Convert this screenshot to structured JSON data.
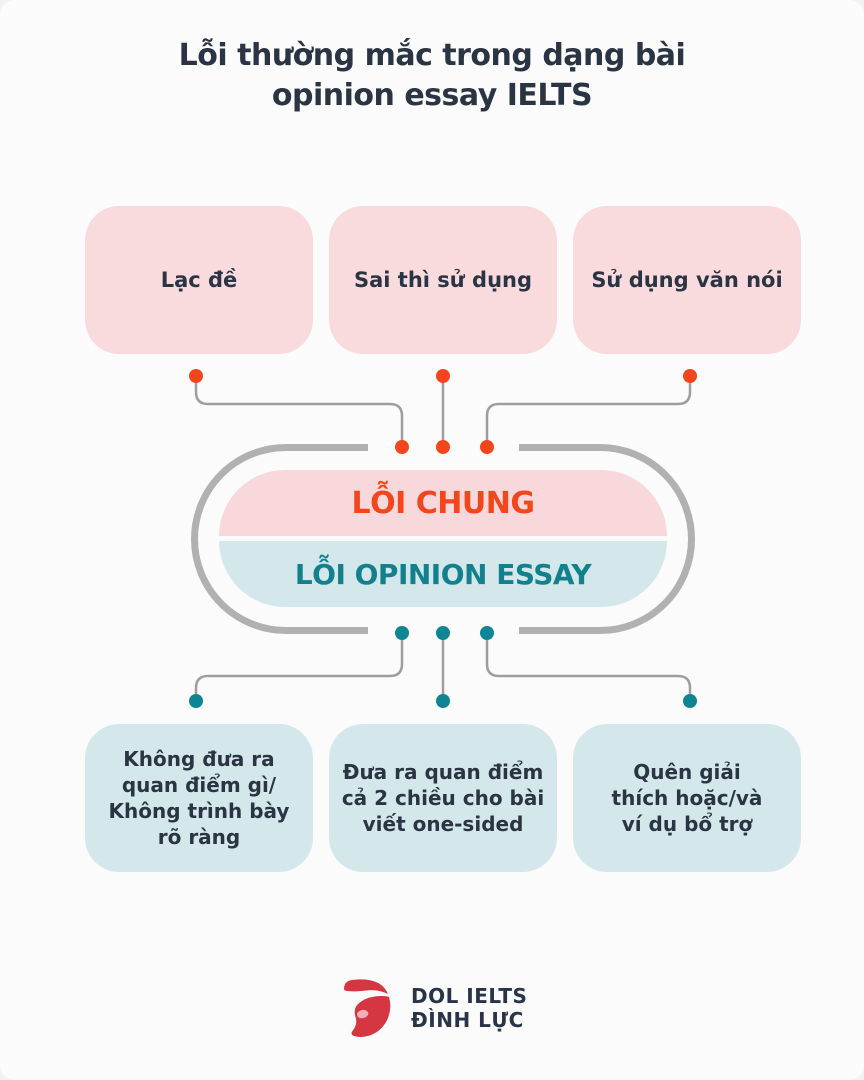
{
  "title": "Lỗi thường mắc trong dạng bài\nopinion essay IELTS",
  "top_boxes": [
    {
      "label": "Lạc đề"
    },
    {
      "label": "Sai thì sử dụng"
    },
    {
      "label": "Sử dụng văn nói"
    }
  ],
  "center": {
    "top_label": "LỖI CHUNG",
    "bottom_label": "LỖI OPINION ESSAY"
  },
  "bottom_boxes": [
    {
      "label": "Không đưa ra\nquan điểm gì/\nKhông trình bày\nrõ ràng"
    },
    {
      "label": "Đưa ra quan điểm\ncả 2 chiều cho bài\nviết one-sided"
    },
    {
      "label": "Quên giải\nthích hoặc/và\nví dụ bổ trợ"
    }
  ],
  "logo": {
    "line1": "DOL IELTS",
    "line2": "ĐÌNH LỰC"
  },
  "colors": {
    "background": "#FBFBFB",
    "title_text": "#2B3443",
    "pink_box": "#F9DADD",
    "teal_box": "#D4E8EB",
    "capsule_pink": "#F9D8DB",
    "capsule_teal": "#D4E8EB",
    "orange": "#F4461D",
    "teal_text": "#13808E",
    "teal_dot": "#0E8594",
    "ring_gray": "#B1B1B1",
    "line_gray": "#9E9E9E",
    "logo_red": "#D63641",
    "logo_highlight": "#F1AFB5",
    "logo_text": "#2A3447"
  }
}
